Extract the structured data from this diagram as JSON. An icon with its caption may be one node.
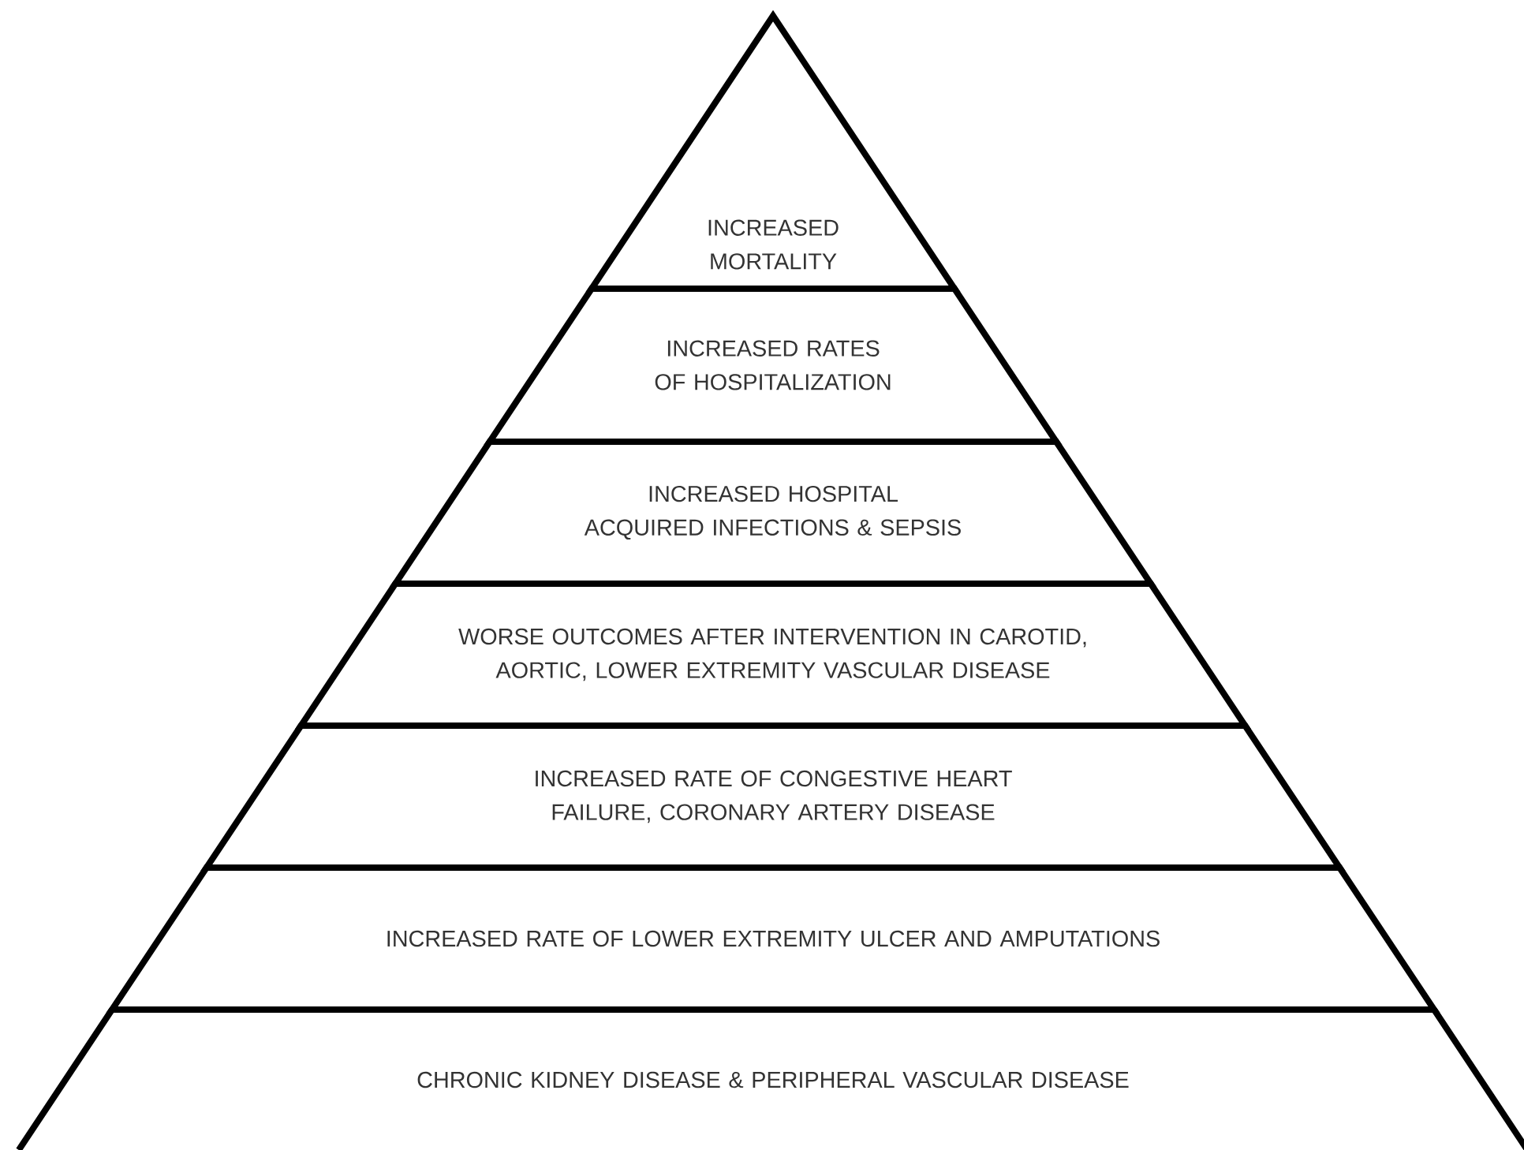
{
  "diagram": {
    "nodes": [
      {
        "text": [
          "INCREASED MORTALITY"
        ]
      },
      {
        "text": [
          "INCREASED RATES OF HOSPITALIZATION"
        ]
      },
      {
        "text": [
          "INCREASED HOSPITAL ACQUIRED INFECTIONS & SEPSIS"
        ]
      },
      {
        "text": [
          "WORSE OUTCOMES AFTER INTERVENTION IN CAROTID, AORTIC, LOWER EXTREMITY VASCULAR DISEASE"
        ]
      },
      {
        "text": [
          "INCREASED RATE OF CONGESTIVE HEART FAILURE, CORONARY ARTERY DISEASE"
        ]
      },
      {
        "text": [
          "INCREASED RATE OF LOWER EXTREMITY ULCER AND AMPUTATIONS"
        ]
      },
      {
        "text": [
          "CHRONIC KIDNEY DISEASE & PERIPHERAL VASCULAR DISEASE"
        ]
      }
    ]
  }
}
